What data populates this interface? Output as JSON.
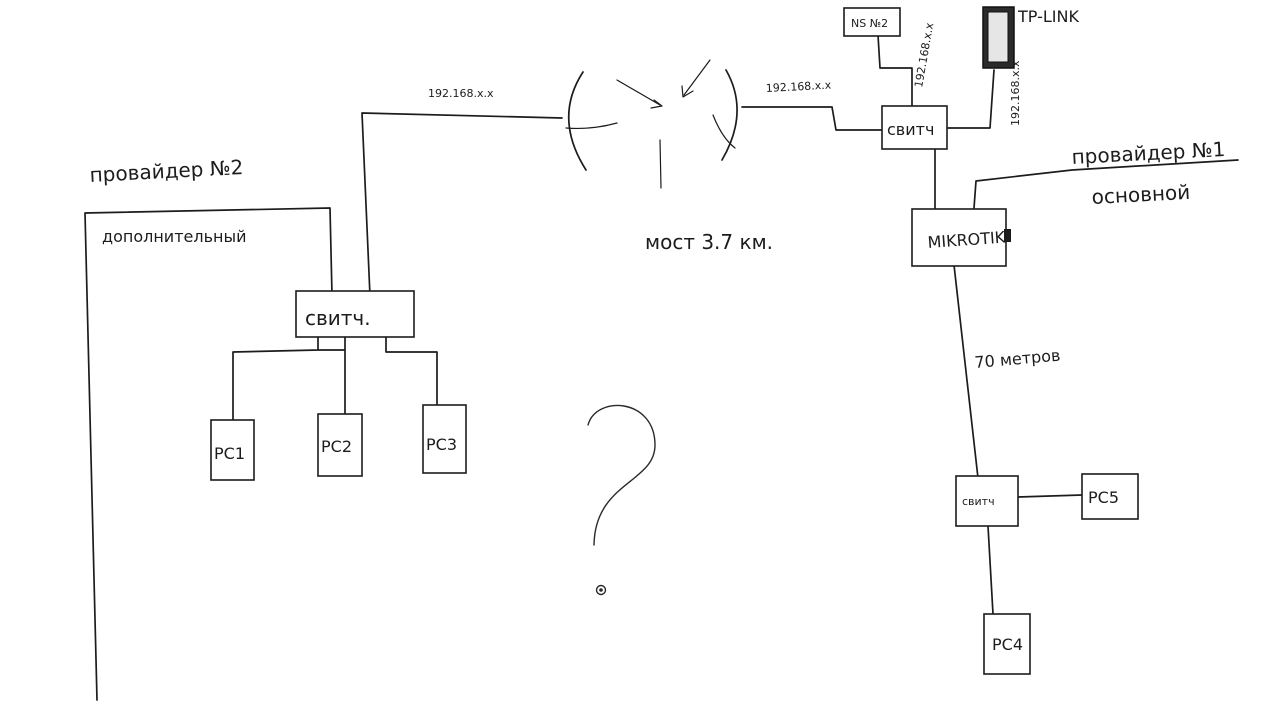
{
  "providers": {
    "provider2": "провайдер №2",
    "provider2_note": "дополнительный",
    "provider1": "провайдер №1",
    "provider1_note": "основной"
  },
  "devices": {
    "switch_left": "свитч.",
    "switch_top": "свитч",
    "switch_bottom": "свитч",
    "mikrotik": "MIKROTIK",
    "ns2": "NS №2",
    "tp_link": "TP-LINK"
  },
  "pcs": [
    "PC1",
    "PC2",
    "PC3",
    "PC5",
    "PC4"
  ],
  "links": {
    "ip_left": "192.168.x.x",
    "ip_right": "192.168.x.x",
    "ip_ns2": "192.168.x.x",
    "ip_tplink": "192.168.x.x",
    "bridge": "мост 3.7 км.",
    "distance": "70 метров"
  },
  "question_mark": "?"
}
